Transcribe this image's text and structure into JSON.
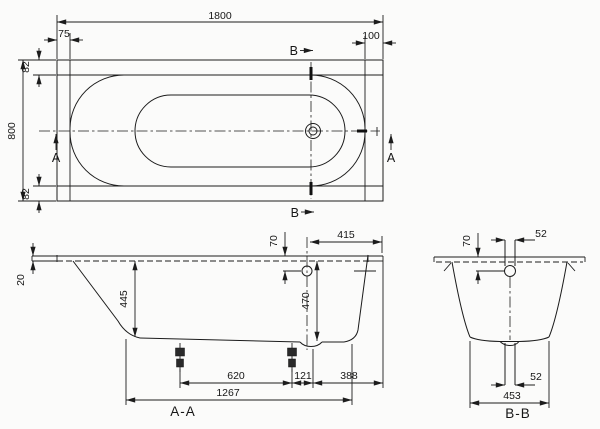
{
  "drawing": {
    "type": "bathtub-technical-drawing",
    "line_color": "#1c1c1c",
    "background_color": "#fbfbfa",
    "plan": {
      "length": "1800",
      "width": "800",
      "offset_left": "75",
      "offset_right": "100",
      "offset_top": "82",
      "offset_bottom": "82",
      "section_a": "A",
      "section_b": "B"
    },
    "section_aa": {
      "label": "A-A",
      "rim_thickness": "20",
      "depth_front": "445",
      "depth_drain": "470",
      "overflow_drop": "70",
      "overflow_to_end": "415",
      "feet_spacing": "620",
      "foot_to_drain": "121",
      "drain_to_end": "388",
      "base_length": "1267"
    },
    "section_bb": {
      "label": "B-B",
      "overflow_drop": "70",
      "overflow_pipe_width": "52",
      "drain_pipe_width": "52",
      "base_width": "453"
    }
  }
}
